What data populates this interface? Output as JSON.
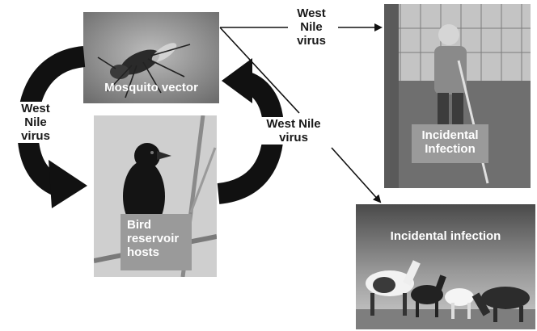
{
  "labels": {
    "virus_top": [
      "West",
      "Nile",
      "virus"
    ],
    "virus_left": [
      "West",
      "Nile",
      "virus"
    ],
    "virus_right": [
      "West Nile",
      "virus"
    ]
  },
  "captions": {
    "mosquito": "Mosquito vector",
    "bird": [
      "Bird",
      "reservoir",
      "hosts"
    ],
    "human": [
      "Incidental",
      "Infection"
    ],
    "horse": "Incidental infection"
  },
  "colors": {
    "arrow": "#111111",
    "caption_bg": "#9a9a9a"
  }
}
